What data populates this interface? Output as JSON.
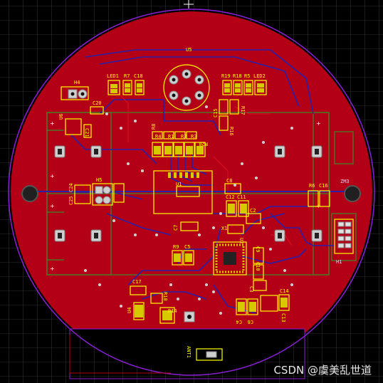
{
  "watermark": "CSDN @虞美乱世道",
  "colors": {
    "background": "#000000",
    "grid": "#5a5a5a",
    "board_fill": "#b30016",
    "board_outline": "#8a1ed6",
    "silkscreen": "#ffff00",
    "top_layer": "#d40a0a",
    "bottom_layer": "#2a1fa8",
    "mechanical": "#3a8a2a"
  },
  "designators": {
    "u5": "U5",
    "h4": "H4",
    "led1": "LED1",
    "r7": "R7",
    "c18": "C18",
    "r19": "R19",
    "r18": "R18",
    "r5": "R5",
    "led2": "LED2",
    "r17": "R17",
    "c20": "C20",
    "u6": "U6",
    "c21": "C21",
    "c15": "C15",
    "r16": "R16",
    "r8": "R8",
    "r4": "R4",
    "r1": "R1",
    "r2": "R2",
    "r3": "R3",
    "r20": "R20",
    "h5": "H5",
    "c25": "C25",
    "c24": "C24",
    "c8": "C8",
    "u1": "U1",
    "c12": "C12",
    "c11": "C11",
    "c2": "C2",
    "r6": "R6",
    "c16": "C16",
    "zm3": "ZM3",
    "c7": "C7",
    "x1": "X1",
    "u2": "U2",
    "h1": "H1",
    "r9": "R9",
    "c5": "C5",
    "c9": "C9",
    "c10": "C10",
    "c3": "C3",
    "c17": "C17",
    "r10": "R10",
    "c14": "C14",
    "u4": "U4",
    "r14": "R14",
    "c4": "C4",
    "c6": "C6",
    "c13": "C13",
    "ant1": "ANT1"
  }
}
